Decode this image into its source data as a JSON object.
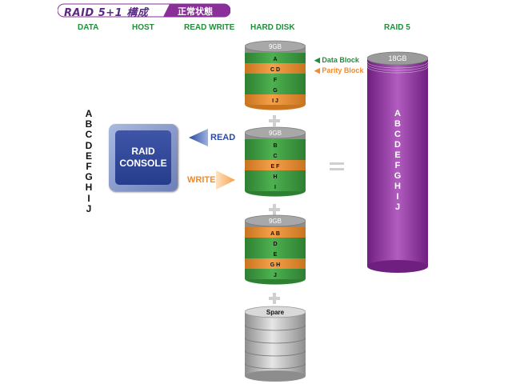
{
  "banner": {
    "title": "RAID 5+1 構成",
    "status": "正常状態"
  },
  "headers": {
    "data": "DATA",
    "host": "HOST",
    "read_write": "READ WRITE",
    "hard_disk": "HARD DISK",
    "raid5": "RAID 5"
  },
  "data_letters": [
    "A",
    "B",
    "C",
    "D",
    "E",
    "F",
    "G",
    "H",
    "I",
    "J"
  ],
  "console": {
    "line1": "RAID",
    "line2": "CONSOLE"
  },
  "arrows": {
    "read": "READ",
    "write": "WRITE"
  },
  "legend": {
    "data_block": "◀ Data Block",
    "parity_block": "◀ Parity Block"
  },
  "disks": [
    {
      "capacity": "9GB",
      "layers": [
        {
          "label": "A",
          "type": "data"
        },
        {
          "label": "C D",
          "type": "parity"
        },
        {
          "label": "F",
          "type": "data"
        },
        {
          "label": "G",
          "type": "data"
        },
        {
          "label": "I J",
          "type": "parity"
        }
      ]
    },
    {
      "capacity": "9GB",
      "layers": [
        {
          "label": "B",
          "type": "data"
        },
        {
          "label": "C",
          "type": "data"
        },
        {
          "label": "E F",
          "type": "parity"
        },
        {
          "label": "H",
          "type": "data"
        },
        {
          "label": "I",
          "type": "data"
        }
      ]
    },
    {
      "capacity": "9GB",
      "layers": [
        {
          "label": "A B",
          "type": "parity"
        },
        {
          "label": "D",
          "type": "data"
        },
        {
          "label": "E",
          "type": "data"
        },
        {
          "label": "G H",
          "type": "parity"
        },
        {
          "label": "J",
          "type": "data"
        }
      ]
    }
  ],
  "spare": {
    "label": "Spare"
  },
  "raid5": {
    "capacity": "18GB",
    "letters": [
      "A",
      "B",
      "C",
      "D",
      "E",
      "F",
      "G",
      "H",
      "I",
      "J"
    ]
  },
  "colors": {
    "data_green": "#4db14f",
    "parity_orange": "#f5a04a",
    "purple": "#8a2f9a",
    "navy": "#263c8c",
    "header_green": "#1f8f3a"
  }
}
